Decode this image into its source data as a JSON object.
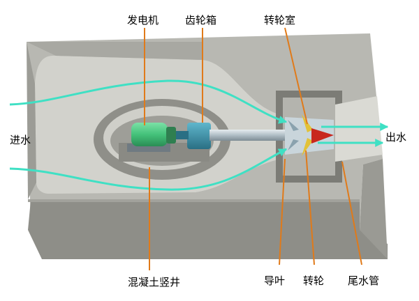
{
  "labels": {
    "generator": "发电机",
    "gearbox": "齿轮箱",
    "runner_chamber": "转轮室",
    "water_in": "进水",
    "water_out": "出水",
    "concrete_shaft": "混凝土竖井",
    "guide_vane": "导叶",
    "runner": "转轮",
    "draft_tube": "尾水管"
  },
  "colors": {
    "concrete_top": "#b8b8b2",
    "concrete_side": "#8e8e88",
    "floor": "#d2d2cc",
    "flow_arrow": "#3fe0c4",
    "leader_line": "#e07a1a",
    "generator": "#44c27a",
    "gearbox": "#3a8ea6",
    "shaft": "#b0bec6",
    "runner": "#e2c238",
    "cone": "#c8281e"
  }
}
